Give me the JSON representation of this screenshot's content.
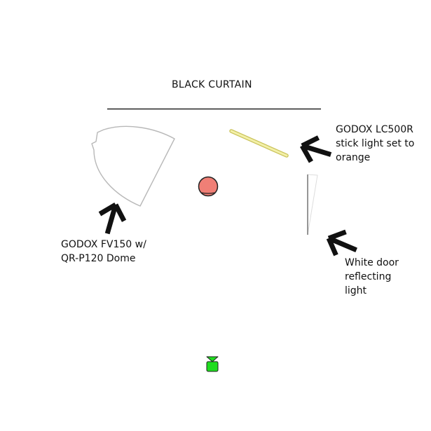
{
  "labels": {
    "curtain": "BLACK CURTAIN",
    "stick_light": [
      "GODOX LC500R",
      "stick light set to",
      "orange"
    ],
    "fv150": [
      "GODOX FV150 w/",
      "QR-P120 Dome"
    ],
    "door": [
      "White door",
      "reflecting",
      "light"
    ]
  },
  "colors": {
    "curtain_line": "#222222",
    "dome_outline": "#b8b8b8",
    "stick_light_fill": "#f3f0a8",
    "stick_light_stroke": "#c9c25a",
    "subject_fill": "#f07f76",
    "door_stroke": "#9a9a9a",
    "camera_fill": "#1fdc1f",
    "arrow": "#111111"
  },
  "icons": {
    "subject": "person-top-view-icon",
    "camera": "camera-top-view-icon",
    "pointer": "arrow-icon"
  }
}
